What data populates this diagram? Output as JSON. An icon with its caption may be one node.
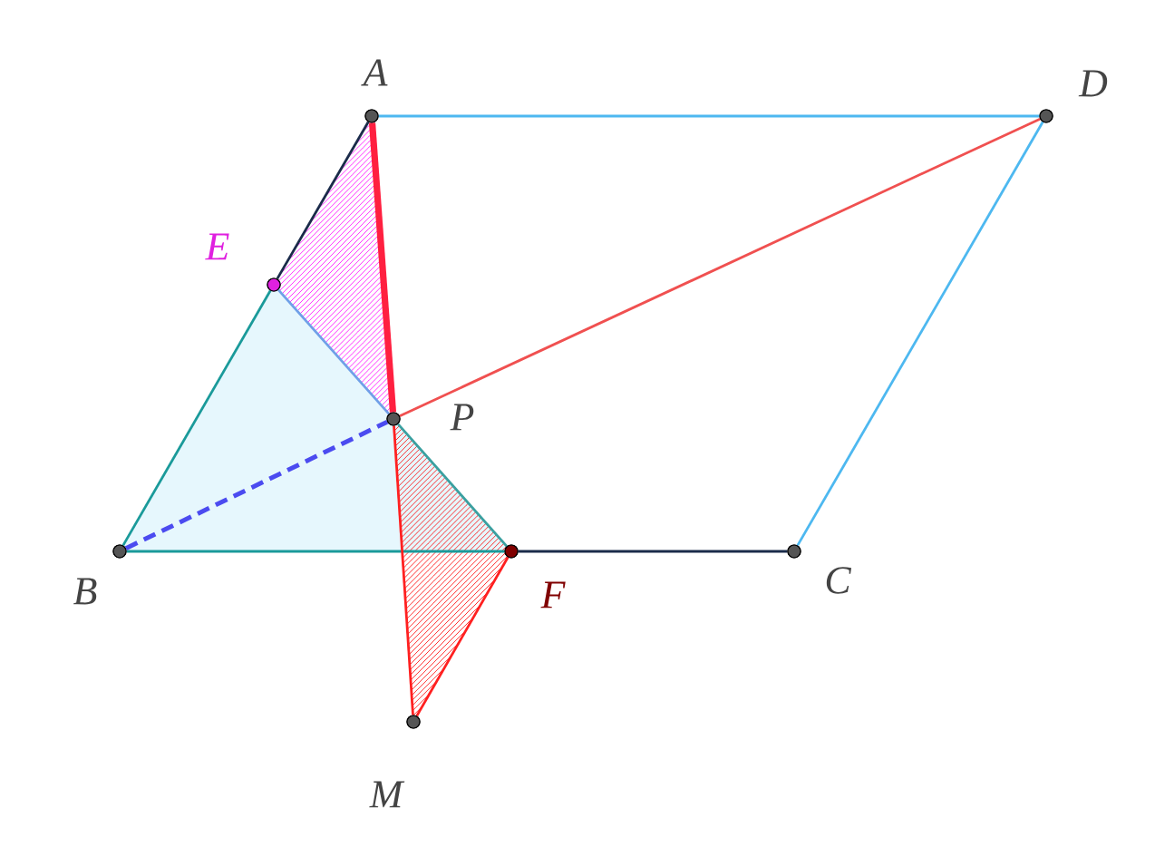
{
  "diagram": {
    "nodes": [
      {
        "text": [],
        "shape": "circle",
        "beside": [
          "A"
        ]
      },
      {
        "text": [],
        "shape": "circle",
        "beside": [
          "D"
        ]
      },
      {
        "text": [],
        "shape": "circle",
        "beside": [
          "E"
        ]
      },
      {
        "text": [],
        "shape": "circle",
        "beside": [
          "P"
        ]
      },
      {
        "text": [],
        "shape": "circle",
        "beside": [
          "B"
        ]
      },
      {
        "text": [],
        "shape": "circle",
        "beside": [
          "F"
        ]
      },
      {
        "text": [],
        "shape": "circle",
        "beside": [
          "C"
        ]
      },
      {
        "text": [],
        "shape": "circle",
        "beside": [
          "M"
        ]
      }
    ],
    "edges": [
      {
        "from": 0,
        "to": 1,
        "arrow": "none",
        "color": "#4db8f0"
      },
      {
        "from": 1,
        "to": 6,
        "arrow": "none",
        "color": "#4db8f0"
      },
      {
        "from": 0,
        "to": 2,
        "arrow": "none",
        "color": "#1a2b4a"
      },
      {
        "from": 2,
        "to": 4,
        "arrow": "none",
        "color": "#1a9a9a"
      },
      {
        "from": 4,
        "to": 5,
        "arrow": "none",
        "color": "#1a9a9a"
      },
      {
        "from": 5,
        "to": 6,
        "arrow": "none",
        "color": "#1a2b4a"
      },
      {
        "from": 2,
        "to": 3,
        "arrow": "none",
        "color": "#6fa0e8"
      },
      {
        "from": 3,
        "to": 5,
        "arrow": "none",
        "color": "#3aa0a0"
      },
      {
        "from": 0,
        "to": 3,
        "arrow": "none",
        "style": "thick",
        "color": "#ff2040"
      },
      {
        "from": 3,
        "to": 1,
        "arrow": "none",
        "color": "#f05050"
      },
      {
        "from": 3,
        "to": 7,
        "arrow": "none",
        "color": "#ff2020"
      },
      {
        "from": 7,
        "to": 5,
        "arrow": "none",
        "color": "#ff2020"
      },
      {
        "from": 4,
        "to": 3,
        "arrow": "none",
        "style": "dashed",
        "color": "#4b4bf0"
      }
    ]
  }
}
